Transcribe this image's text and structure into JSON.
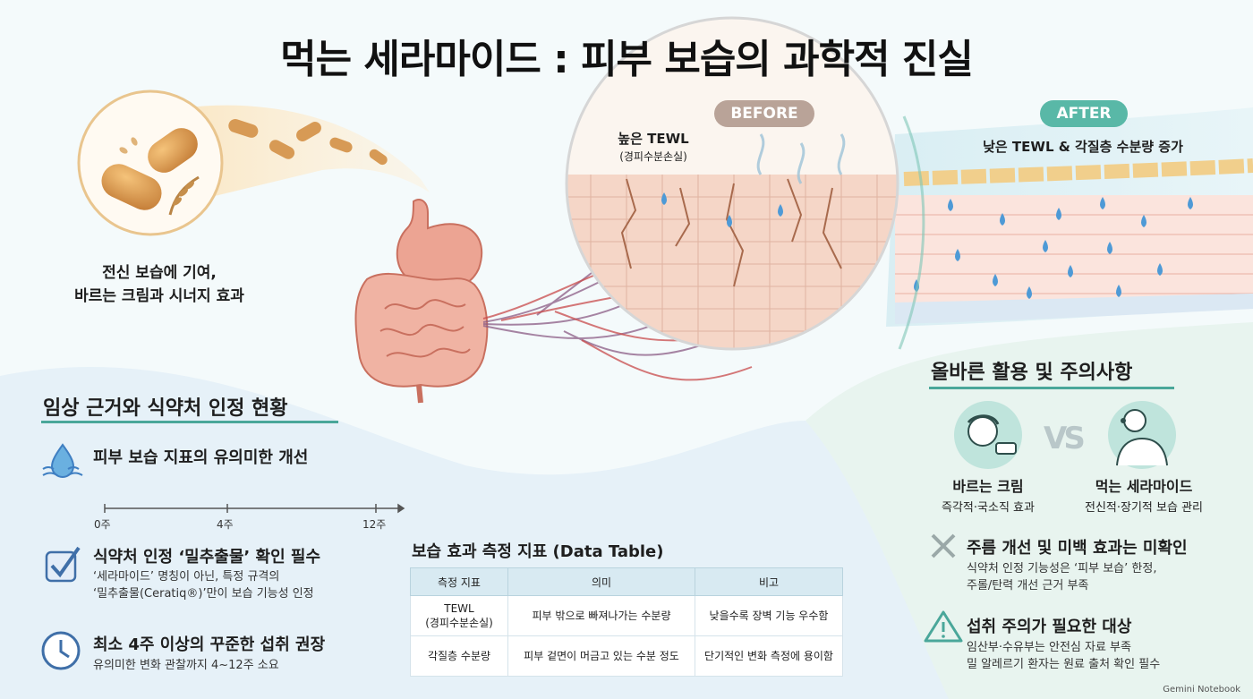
{
  "title": "먹는 세라마이드 : 피부 보습의 과학적 진실",
  "intake": {
    "caption_line1": "전신 보습에 기여,",
    "caption_line2": "바르는 크림과 시너지 효과"
  },
  "before": {
    "badge": "BEFORE",
    "label": "높은 TEWL",
    "sublabel": "(경피수분손실)"
  },
  "after": {
    "badge": "AFTER",
    "label": "낮은 TEWL & 각질층 수분량 증가"
  },
  "clinical": {
    "heading": "임상 근거와 식약처 인정 현황",
    "item1_title": "피부 보습 지표의 유의미한 개선",
    "timeline": [
      "0주",
      "4주",
      "12주"
    ],
    "item2_title": "식약처 인정 ‘밀추출물’ 확인 필수",
    "item2_desc1": "‘세라마이드’ 명칭이 아닌, 특정 규격의",
    "item2_desc2": "‘밀추출물(Ceratiq®)’만이 보습 기능성 인정",
    "item3_title": "최소 4주 이상의 꾸준한 섭취 권장",
    "item3_desc": "유의미한 변화 관찰까지 4~12주 소요"
  },
  "table": {
    "title": "보습 효과 측정 지표 (Data Table)",
    "headers": [
      "측정 지표",
      "의미",
      "비고"
    ],
    "row1": {
      "metric": "TEWL",
      "metric_sub": "(경피수분손실)",
      "meaning": "피부 밖으로 빠져나가는 수분량",
      "note": "낮을수록 장벽 기능 우수함"
    },
    "row2": {
      "metric": "각질층 수분량",
      "meaning": "피부 겉면이 머금고 있는 수분 정도",
      "note": "단기적인 변화 측정에 용이함"
    }
  },
  "usage": {
    "heading": "올바른 활용 및 주의사항",
    "vs": "VS",
    "cream_title": "바르는 크림",
    "cream_desc": "즉각적·국소직 효과",
    "oral_title": "먹는 세라마이드",
    "oral_desc": "전신적·장기적 보습 관리",
    "warn1_title": "주름 개선 및 미백 효과는 미확인",
    "warn1_desc1": "식약처 인정 기능성은 ‘피부 보습’ 한정,",
    "warn1_desc2": "주롤/탄력 개선 근거 부족",
    "warn2_title": "섭취 주의가 필요한 대상",
    "warn2_desc1": "임산부·수유부는 안전심 자료 부족",
    "warn2_desc2": "밀 알레르기 환자는 원료 출처 확인 필수"
  },
  "footer": {
    "brand": "Gemini Notebook"
  },
  "colors": {
    "before_badge": "#b9a398",
    "after_badge": "#59b8a7",
    "accent": "#4aa79a",
    "blue": "#3f7fc2"
  }
}
